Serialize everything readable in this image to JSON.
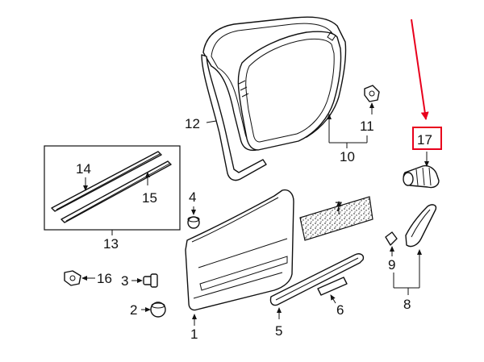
{
  "callouts": {
    "n1": "1",
    "n2": "2",
    "n3": "3",
    "n4": "4",
    "n5": "5",
    "n6": "6",
    "n7": "7",
    "n8": "8",
    "n9": "9",
    "n10": "10",
    "n11": "11",
    "n12": "12",
    "n13": "13",
    "n14": "14",
    "n15": "15",
    "n16": "16",
    "n17": "17"
  },
  "colors": {
    "line": "#111111",
    "highlight": "#e8001c",
    "background": "#ffffff"
  }
}
